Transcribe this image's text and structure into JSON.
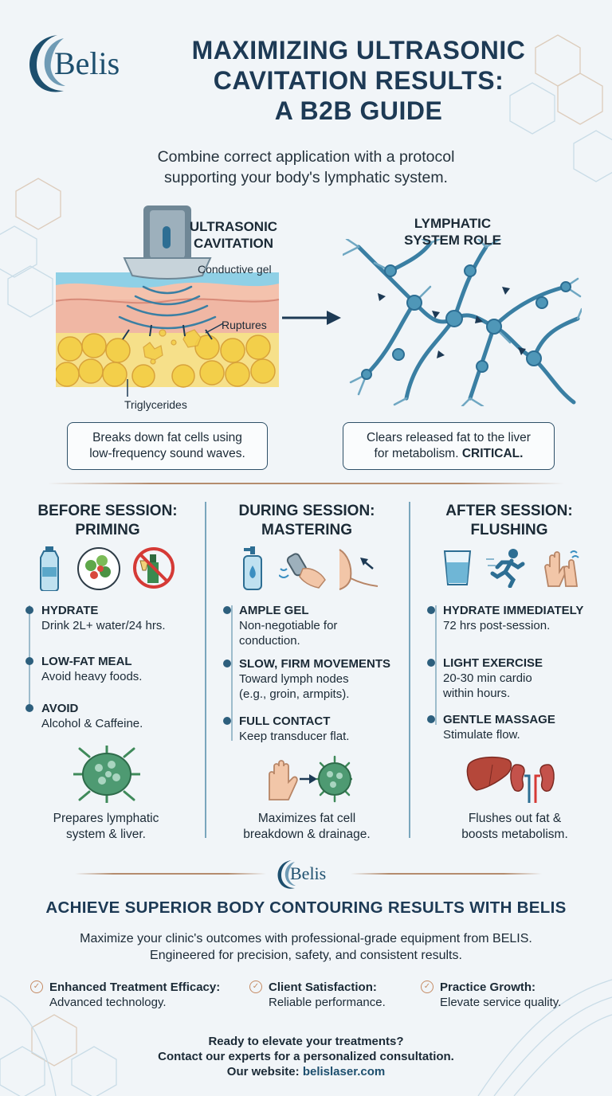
{
  "brand": {
    "name": "Belis",
    "accent": "#1d4f6e",
    "divider_color": "#b48c6e"
  },
  "header": {
    "title_lines": [
      "MAXIMIZING ULTRASONIC",
      "CAVITATION RESULTS:",
      "A B2B GUIDE"
    ],
    "subtitle_lines": [
      "Combine correct application with a protocol",
      "supporting your body's lymphatic system."
    ]
  },
  "panels": {
    "cavitation": {
      "title_lines": [
        "ULTRASONIC",
        "CAVITATION"
      ],
      "labels": {
        "gel": "Conductive gel",
        "ruptures": "Ruptures",
        "triglycerides": "Triglycerides"
      },
      "box_lines": [
        "Breaks down fat cells using",
        "low-frequency sound waves."
      ]
    },
    "lymphatic": {
      "title_lines": [
        "LYMPHATIC",
        "SYSTEM ROLE"
      ],
      "box_line1": "Clears released fat to the liver",
      "box_line2": "for metabolism.",
      "box_emphasis": "CRITICAL."
    }
  },
  "columns": [
    {
      "title_lines": [
        "BEFORE SESSION:",
        "PRIMING"
      ],
      "icons": [
        "water-bottle-icon",
        "salad-icon",
        "no-alcohol-icon"
      ],
      "steps": [
        {
          "heading": "HYDRATE",
          "text": [
            "Drink 2L+ water/24 hrs."
          ]
        },
        {
          "heading": "LOW-FAT MEAL",
          "text": [
            "Avoid heavy foods."
          ]
        },
        {
          "heading": "AVOID",
          "text": [
            "Alcohol & Caffeine."
          ]
        }
      ],
      "footer_icon": "lymph-node-icon",
      "footer_lines": [
        "Prepares lymphatic",
        "system & liver."
      ]
    },
    {
      "title_lines": [
        "DURING SESSION:",
        "MASTERING"
      ],
      "icons": [
        "gel-pump-icon",
        "transducer-hand-icon",
        "armpit-arrow-icon"
      ],
      "steps": [
        {
          "heading": "AMPLE GEL",
          "text": [
            "Non-negotiable for",
            "conduction."
          ]
        },
        {
          "heading": "SLOW, FIRM MOVEMENTS",
          "text": [
            "Toward lymph nodes",
            "(e.g., groin, armpits)."
          ]
        },
        {
          "heading": "FULL CONTACT",
          "text": [
            "Keep transducer flat."
          ]
        }
      ],
      "footer_icon": "hand-to-cell-icon",
      "footer_lines": [
        "Maximizes fat cell",
        "breakdown & drainage."
      ]
    },
    {
      "title_lines": [
        "AFTER SESSION:",
        "FLUSHING"
      ],
      "icons": [
        "water-glass-icon",
        "running-person-icon",
        "massage-hands-icon"
      ],
      "steps": [
        {
          "heading": "HYDRATE IMMEDIATELY",
          "text": [
            "72 hrs post-session."
          ]
        },
        {
          "heading": "LIGHT EXERCISE",
          "text": [
            "20-30 min cardio",
            "within hours."
          ]
        },
        {
          "heading": "GENTLE MASSAGE",
          "text": [
            "Stimulate flow."
          ]
        }
      ],
      "footer_icon": "liver-kidneys-icon",
      "footer_lines": [
        "Flushes out fat &",
        "boosts metabolism."
      ]
    }
  ],
  "cta": {
    "title": "ACHIEVE SUPERIOR BODY CONTOURING RESULTS WITH BELIS",
    "text_lines": [
      "Maximize your clinic's outcomes with professional-grade equipment from BELIS.",
      "Engineered for precision, safety, and consistent results."
    ],
    "benefits": [
      {
        "heading": "Enhanced Treatment Efficacy:",
        "text": "Advanced technology."
      },
      {
        "heading": "Client Satisfaction:",
        "text": "Reliable performance."
      },
      {
        "heading": "Practice Growth:",
        "text": "Elevate service quality."
      }
    ],
    "contact_lines": [
      "Ready to elevate your treatments?",
      "Contact our experts for a personalized consultation."
    ],
    "website_label": "Our website:",
    "website": "belislaser.com"
  }
}
